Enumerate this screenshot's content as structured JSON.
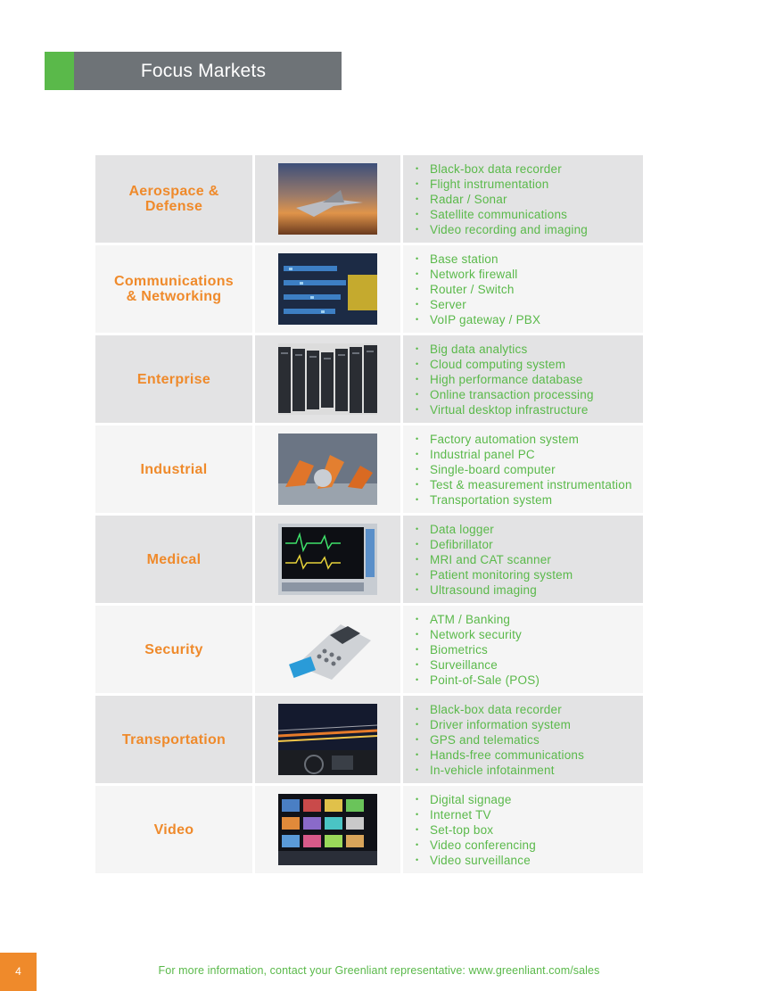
{
  "header": {
    "title": "Focus Markets"
  },
  "markets": [
    {
      "name_lines": [
        "Aerospace &",
        "Defense"
      ],
      "image": "fighter-jet-image",
      "items": [
        "Black-box data recorder",
        "Flight instrumentation",
        "Radar / Sonar",
        "Satellite communications",
        "Video recording and imaging"
      ]
    },
    {
      "name_lines": [
        "Communications",
        "& Networking"
      ],
      "image": "network-cables-image",
      "items": [
        "Base station",
        "Network firewall",
        "Router / Switch",
        "Server",
        "VoIP gateway / PBX"
      ]
    },
    {
      "name_lines": [
        "Enterprise"
      ],
      "image": "server-racks-image",
      "items": [
        "Big data analytics",
        "Cloud computing system",
        "High performance database",
        "Online transaction processing",
        "Virtual desktop infrastructure"
      ]
    },
    {
      "name_lines": [
        "Industrial"
      ],
      "image": "factory-robots-image",
      "items": [
        "Factory automation system",
        "Industrial panel PC",
        "Single-board computer",
        "Test & measurement instrumentation",
        "Transportation system"
      ]
    },
    {
      "name_lines": [
        "Medical"
      ],
      "image": "patient-monitor-image",
      "items": [
        "Data logger",
        "Defibrillator",
        "MRI and CAT scanner",
        "Patient monitoring system",
        "Ultrasound imaging"
      ]
    },
    {
      "name_lines": [
        "Security"
      ],
      "image": "card-terminal-image",
      "items": [
        "ATM / Banking",
        "Network security",
        "Biometrics",
        "Surveillance",
        "Point-of-Sale (POS)"
      ]
    },
    {
      "name_lines": [
        "Transportation"
      ],
      "image": "car-dashboard-image",
      "items": [
        "Black-box data recorder",
        "Driver information system",
        "GPS and telematics",
        "Hands-free communications",
        "In-vehicle infotainment"
      ]
    },
    {
      "name_lines": [
        "Video"
      ],
      "image": "video-wall-image",
      "items": [
        "Digital signage",
        "Internet TV",
        "Set-top box",
        "Video conferencing",
        "Video surveillance"
      ]
    }
  ],
  "footer": {
    "page_number": "4",
    "text": "For more information, contact your Greenliant representative: www.greenliant.com/sales"
  },
  "colors": {
    "green": "#5ab94a",
    "orange": "#ef8a2b",
    "gray": "#6e7377"
  }
}
